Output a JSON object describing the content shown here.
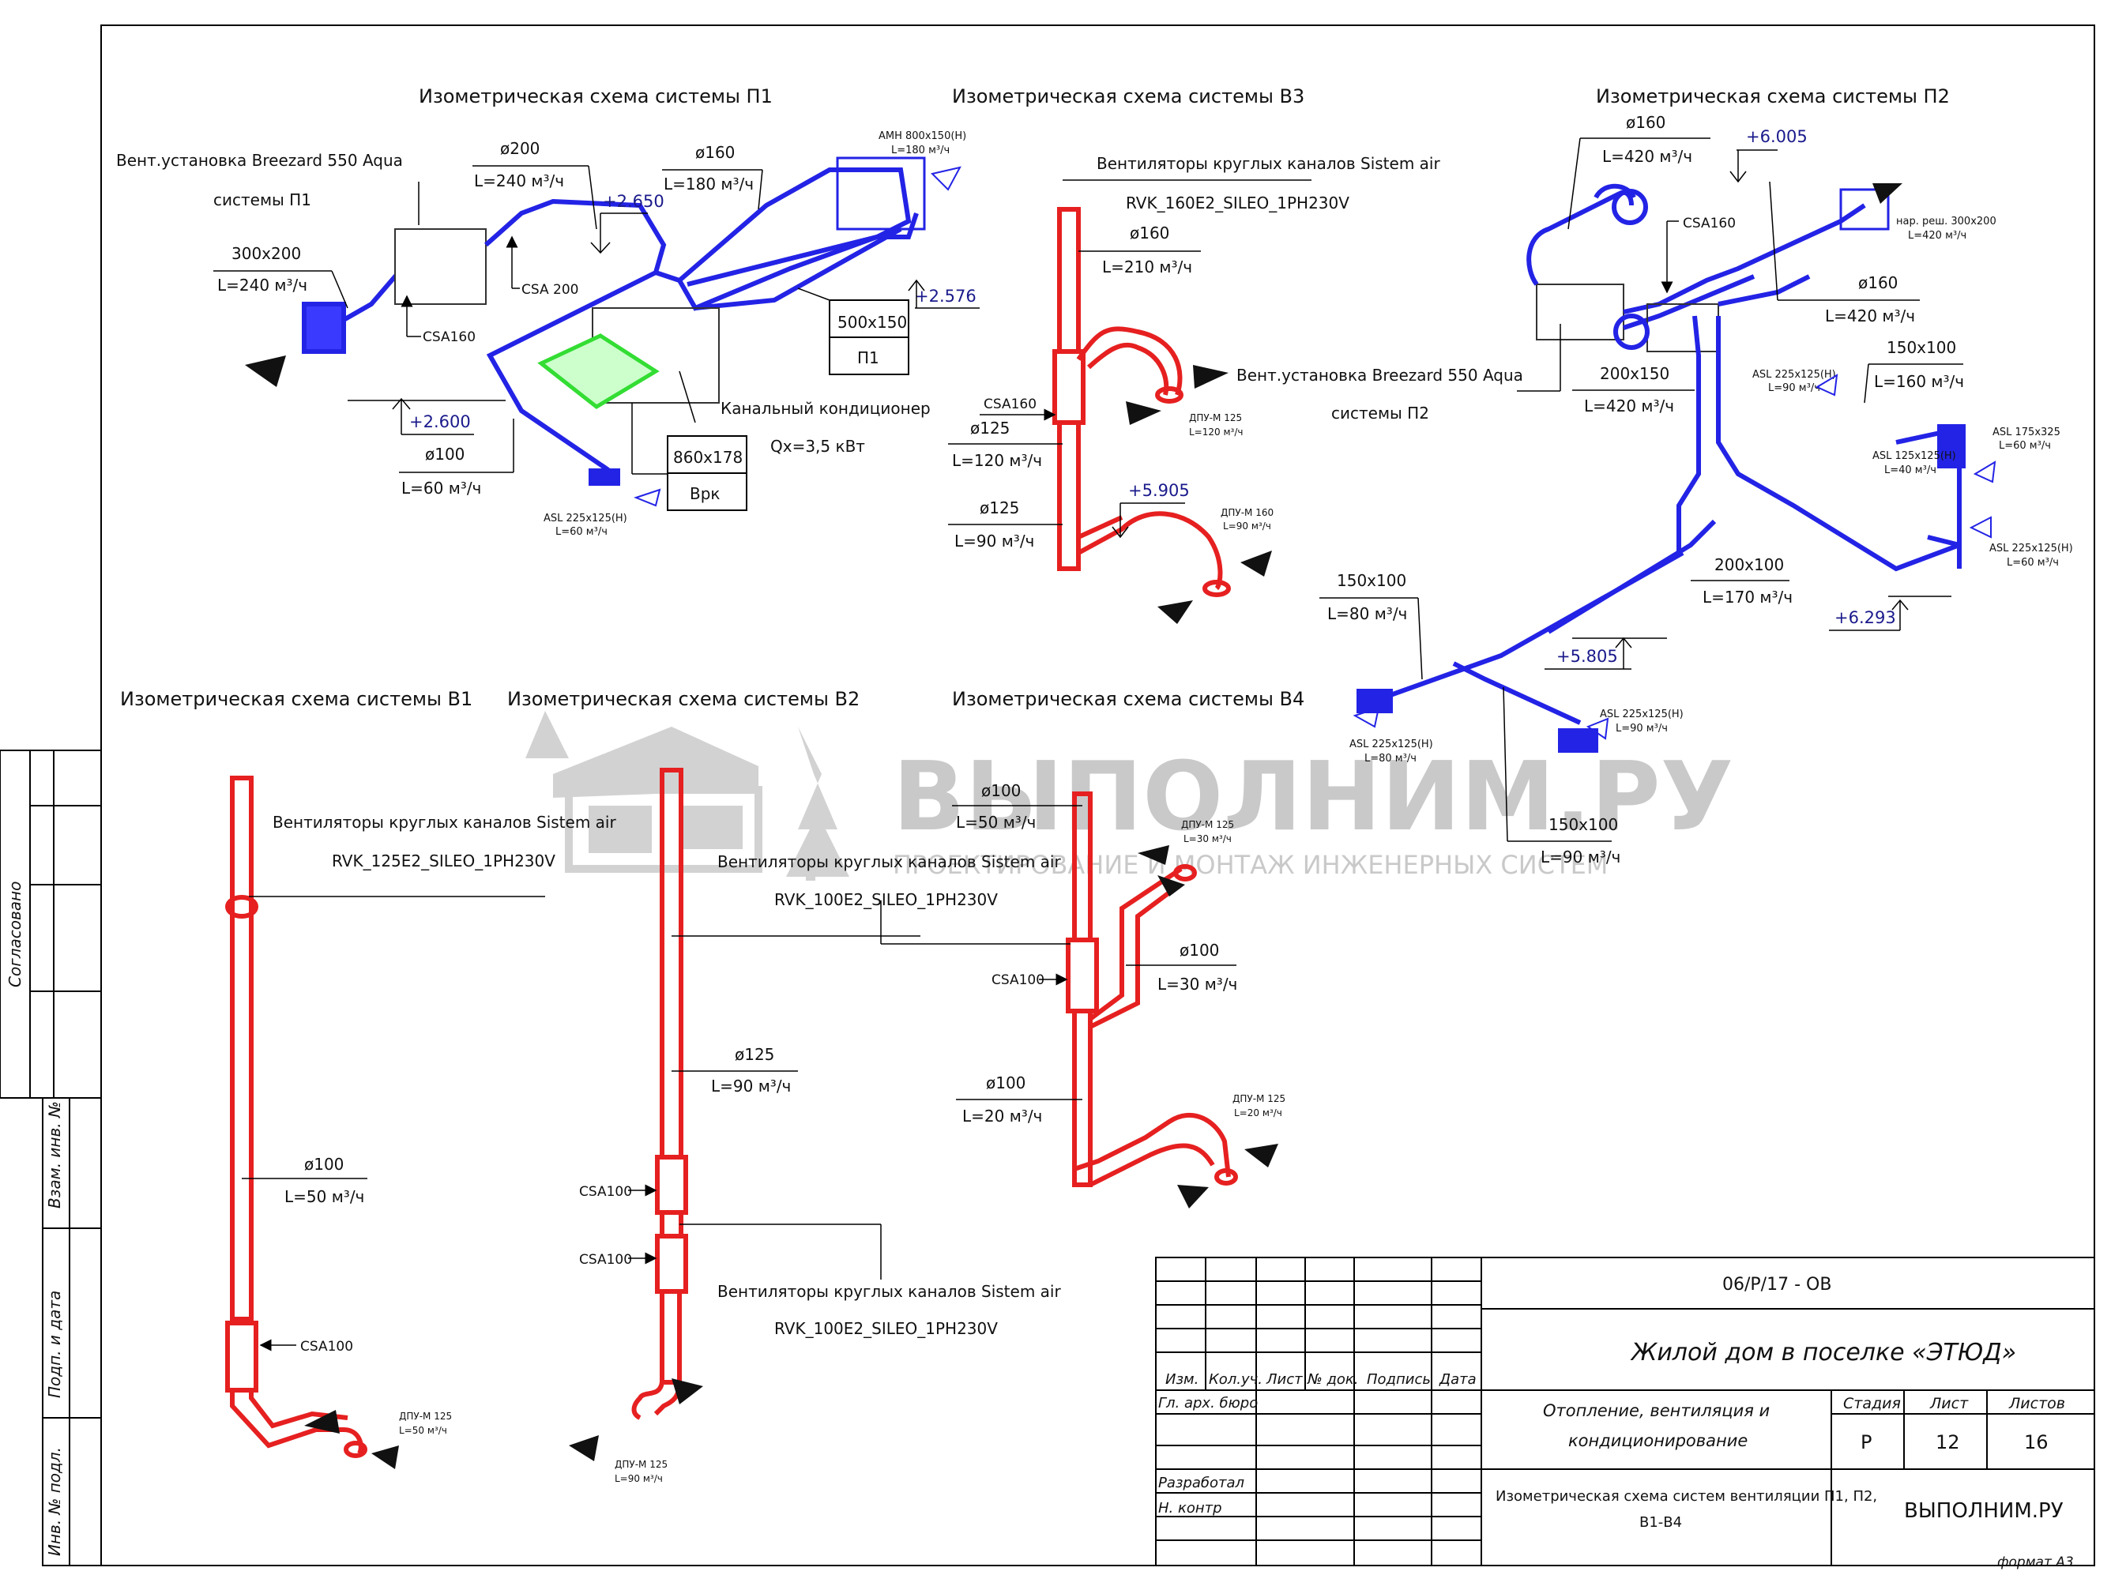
{
  "colors": {
    "supply": "#2323e6",
    "exhaust": "#e62020",
    "unit": "#33dd33",
    "frame": "#000000",
    "watermark": "#8a8a8a"
  },
  "systems": {
    "p1": {
      "title": "Изометрическая схема системы П1",
      "unit_line1": "Вент.установка Breezard 550 Aqua",
      "unit_line2": "системы П1",
      "d200": "ø200",
      "l240": "L=240 м³/ч",
      "d160": "ø160",
      "l180": "L=180 м³/ч",
      "r300": "300х200",
      "l240b": "L=240 м³/ч",
      "csa160": "CSA160",
      "csa200": "CSA 200",
      "elev2650": "+2.650",
      "amn": "АМН 800х150(Н)",
      "amn_l": "L=180 м³/ч",
      "elev2576": "+2.576",
      "duct500": "500х150",
      "p1box": "П1",
      "elev2600": "+2.600",
      "d100": "ø100",
      "l60": "L=60 м³/ч",
      "cond": "Канальный кондиционер",
      "qx": "Qx=3,5 кВт",
      "duct860": "860х178",
      "vrk": "Врк",
      "asl": "ASL 225x125(Н)",
      "asl_l": "L=60 м³/ч"
    },
    "b3": {
      "title": "Изометрическая схема системы В3",
      "fan1": "Вентиляторы круглых каналов Sistem air",
      "fan2": "RVK_160E2_SILEO_1PH230V",
      "d160": "ø160",
      "l210": "L=210 м³/ч",
      "csa160": "CSA160",
      "d125a": "ø125",
      "l120": "L=120 м³/ч",
      "dpu1": "ДПУ-М 125",
      "dpu1_l": "L=120 м³/ч",
      "elev5905": "+5.905",
      "d125b": "ø125",
      "l90": "L=90 м³/ч",
      "dpu2": "ДПУ-М 160",
      "dpu2_l": "L=90 м³/ч"
    },
    "p2": {
      "title": "Изометрическая схема системы П2",
      "d160": "ø160",
      "l420": "L=420 м³/ч",
      "elev6005": "+6.005",
      "csa160": "CSA160",
      "nar": "нар. реш. 300x200",
      "nar_l": "L=420 м³/ч",
      "d160b": "ø160",
      "l420b": "L=420 м³/ч",
      "unit_line1": "Вент.установка Breezard 550 Aqua",
      "unit_line2": "системы П2",
      "d200x150": "200х150",
      "l420c": "L=420 м³/ч",
      "asl225a": "ASL 225x125(Н)",
      "asl225a_l": "L=90 м³/ч",
      "d150x100a": "150х100",
      "l160": "L=160 м³/ч",
      "asl175": "ASL 175x325",
      "asl175_l": "L=60 м³/ч",
      "asl125": "ASL 125x125(Н)",
      "asl125_l": "L=40 м³/ч",
      "asl225b": "ASL 225x125(Н)",
      "asl225b_l": "L=60 м³/ч",
      "d200x100": "200х100",
      "l170": "L=170 м³/ч",
      "elev6293": "+6.293",
      "d150x100b": "150х100",
      "l80": "L=80 м³/ч",
      "elev5805": "+5.805",
      "asl225c": "ASL 225x125(Н)",
      "asl225c_l": "L=90 м³/ч",
      "asl225d": "ASL 225x125(Н)",
      "asl225d_l": "L=80 м³/ч",
      "d150x100c": "150х100",
      "l90": "L=90 м³/ч"
    },
    "b1": {
      "title": "Изометрическая схема системы В1",
      "fan1": "Вентиляторы круглых каналов Sistem air",
      "fan2": "RVK_125E2_SILEO_1PH230V",
      "d100": "ø100",
      "l50": "L=50 м³/ч",
      "csa100": "CSA100",
      "dpu": "ДПУ-М 125",
      "dpu_l": "L=50 м³/ч"
    },
    "b2": {
      "title": "Изометрическая схема системы В2",
      "fan1": "Вентиляторы круглых каналов Sistem air",
      "fan2": "RVK_100E2_SILEO_1PH230V",
      "d125": "ø125",
      "l90": "L=90 м³/ч",
      "csa100a": "CSA100",
      "csa100b": "CSA100",
      "fan3": "Вентиляторы круглых каналов Sistem air",
      "fan4": "RVK_100E2_SILEO_1PH230V",
      "dpu": "ДПУ-М 125",
      "dpu_l": "L=90 м³/ч"
    },
    "b4": {
      "title": "Изометрическая схема системы В4",
      "d100a": "ø100",
      "l50": "L=50 м³/ч",
      "dpu1": "ДПУ-М 125",
      "dpu1_l": "L=30 м³/ч",
      "d100b": "ø100",
      "l30": "L=30 м³/ч",
      "csa100": "CSA100",
      "d100c": "ø100",
      "l20": "L=20 м³/ч",
      "dpu2": "ДПУ-М 125",
      "dpu2_l": "L=20 м³/ч"
    }
  },
  "watermark": {
    "brand": "ВЫПОЛНИМ.РУ",
    "tagline": "ПРОЕКТИРОВАНИЕ И МОНТАЖ ИНЖЕНЕРНЫХ СИСТЕМ"
  },
  "side": {
    "agreed": "Согласовано",
    "inv_vzam": "Взам. инв. №",
    "podp_data": "Подп. и дата",
    "inv_podl": "Инв. № подл."
  },
  "stamp": {
    "code": "06/Р/17 - ОВ",
    "object": "Жилой дом в поселке  «ЭТЮД»",
    "h_izm": "Изм.",
    "h_kol": "Кол.уч.",
    "h_list": "Лист",
    "h_ndoc": "№ док.",
    "h_podp": "Подпись",
    "h_data": "Дата",
    "gl_arch": "Гл. арх. бюро",
    "razrab": "Разработал",
    "n_kontr": "Н. контр",
    "section1": "Отопление, вентиляция и",
    "section2": "кондиционирование",
    "h_stage": "Стадия",
    "h_sheet": "Лист",
    "h_sheets": "Листов",
    "stage": "Р",
    "sheet": "12",
    "sheets": "16",
    "sheet_title1": "Изометрическая схема систем вентиляции П1, П2,",
    "sheet_title2": "В1-В4",
    "company": "ВЫПОЛНИМ.РУ"
  },
  "format": "формат А3"
}
